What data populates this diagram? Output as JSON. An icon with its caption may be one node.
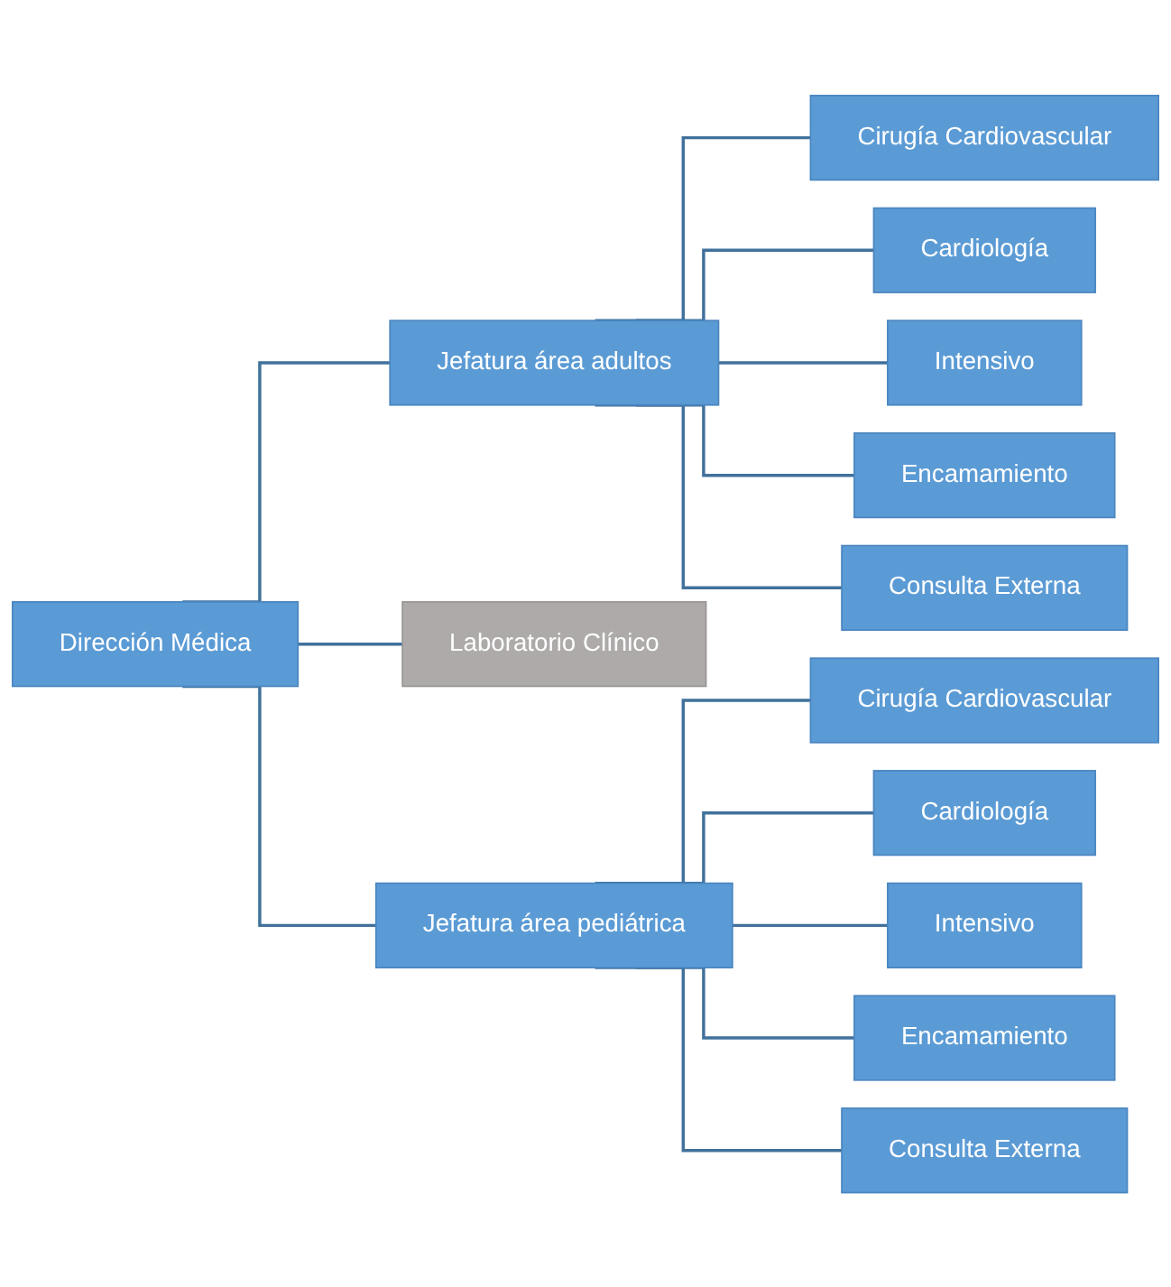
{
  "diagram": {
    "nodes": [
      {
        "text": [
          "Dirección Médica"
        ]
      },
      {
        "text": [
          "Jefatura área adultos"
        ]
      },
      {
        "text": [
          "Laboratorio Clínico"
        ]
      },
      {
        "text": [
          "Jefatura área pediátrica"
        ]
      },
      {
        "text": [
          "Cirugía Cardiovascular"
        ]
      },
      {
        "text": [
          "Cardiología"
        ]
      },
      {
        "text": [
          "Intensivo"
        ]
      },
      {
        "text": [
          "Encamamiento"
        ]
      },
      {
        "text": [
          "Consulta Externa"
        ]
      },
      {
        "text": [
          "Cirugía Cardiovascular"
        ]
      },
      {
        "text": [
          "Cardiología"
        ]
      },
      {
        "text": [
          "Intensivo"
        ]
      },
      {
        "text": [
          "Encamamiento"
        ]
      },
      {
        "text": [
          "Consulta Externa"
        ]
      }
    ],
    "edges": [
      {
        "from": 0,
        "to": 1,
        "arrow": "none"
      },
      {
        "from": 0,
        "to": 2,
        "arrow": "none"
      },
      {
        "from": 0,
        "to": 3,
        "arrow": "none"
      },
      {
        "from": 1,
        "to": 4,
        "arrow": "none"
      },
      {
        "from": 1,
        "to": 5,
        "arrow": "none"
      },
      {
        "from": 1,
        "to": 6,
        "arrow": "none"
      },
      {
        "from": 1,
        "to": 7,
        "arrow": "none"
      },
      {
        "from": 1,
        "to": 8,
        "arrow": "none"
      },
      {
        "from": 3,
        "to": 9,
        "arrow": "none"
      },
      {
        "from": 3,
        "to": 10,
        "arrow": "none"
      },
      {
        "from": 3,
        "to": 11,
        "arrow": "none"
      },
      {
        "from": 3,
        "to": 12,
        "arrow": "none"
      },
      {
        "from": 3,
        "to": 13,
        "arrow": "none"
      }
    ]
  }
}
